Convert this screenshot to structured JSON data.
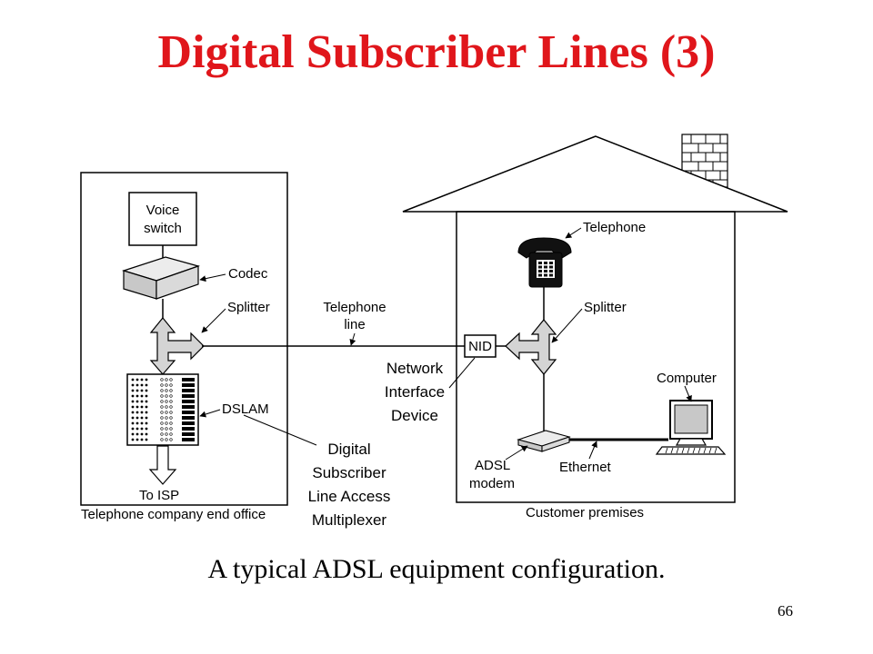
{
  "slide": {
    "title": "Digital Subscriber Lines (3)",
    "caption": "A typical ADSL equipment configuration.",
    "page_number": "66"
  },
  "diagram": {
    "office": {
      "voice_switch": [
        "Voice",
        "switch"
      ],
      "codec": "Codec",
      "splitter": "Splitter",
      "dslam": "DSLAM",
      "to_isp": "To ISP",
      "caption": "Telephone company end office"
    },
    "line": {
      "telephone_line": [
        "Telephone",
        "line"
      ]
    },
    "dslam_expansion": [
      "Digital",
      "Subscriber",
      "Line Access",
      "Multiplexer"
    ],
    "nid_expansion": [
      "Network",
      "Interface",
      "Device"
    ],
    "premises": {
      "nid": "NID",
      "telephone": "Telephone",
      "splitter": "Splitter",
      "computer": "Computer",
      "adsl_modem": [
        "ADSL",
        "modem"
      ],
      "ethernet": "Ethernet",
      "caption": "Customer premises"
    },
    "colors": {
      "title": "#e0161b",
      "device_fill": "#d4d4d4",
      "stroke": "#000000"
    }
  }
}
